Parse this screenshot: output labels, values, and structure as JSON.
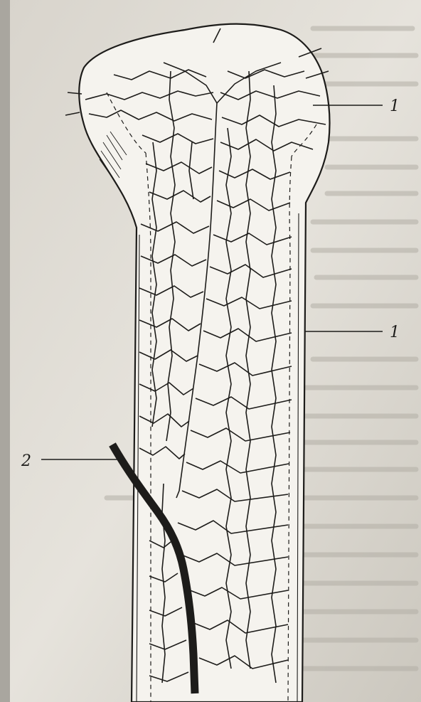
{
  "labels": {
    "top": "1",
    "middle": "1",
    "bottom": "2"
  },
  "colors": {
    "page": "#e2ded5",
    "bone_fill": "#f5f3ee",
    "ink": "#1d1c1a",
    "bleed_text": "#9a968c"
  },
  "icons": [
    "bone-illustration",
    "blood-vessel-network",
    "leader-line"
  ]
}
